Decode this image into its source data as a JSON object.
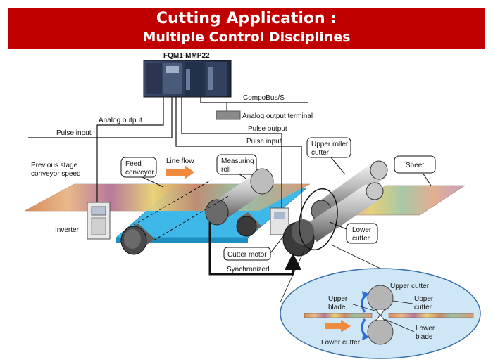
{
  "title": {
    "line1": "Cutting Application :",
    "line2": "Multiple Control Disciplines"
  },
  "labels": {
    "controller": "FQM1-MMP22",
    "compobus": "CompoBus/S",
    "analog_terminal": "Analog output terminal",
    "analog_output": "Analog output",
    "pulse_input_left": "Pulse input",
    "pulse_output": "Pulse output",
    "pulse_input_right": "Pulse input",
    "prev_stage_1": "Previous stage",
    "prev_stage_2": "conveyor speed",
    "feed_1": "Feed",
    "feed_2": "conveyor",
    "line_flow": "Line flow",
    "measuring_1": "Measuring",
    "measuring_2": "roll",
    "upper_roller_1": "Upper roller",
    "upper_roller_2": "cutter",
    "sheet": "Sheet",
    "inverter": "Inverter",
    "lower_cutter_1": "Lower",
    "lower_cutter_2": "cutter",
    "cutter_motor": "Cutter motor",
    "synchronized": "Synchronized"
  },
  "detail": {
    "upper_cutter_top": "Upper cutter",
    "upper_blade_1": "Upper",
    "upper_blade_2": "blade",
    "upper_cutter_right_1": "Upper",
    "upper_cutter_right_2": "cutter",
    "lower_blade_1": "Lower",
    "lower_blade_2": "blade",
    "lower_cutter": "Lower cutter"
  },
  "colors": {
    "banner": "#c00000",
    "conveyor": "#3db8e8",
    "arrow": "#f08a3c",
    "detail_bg": "#cfe6f7",
    "rotation_arrow": "#2a6fd6"
  }
}
